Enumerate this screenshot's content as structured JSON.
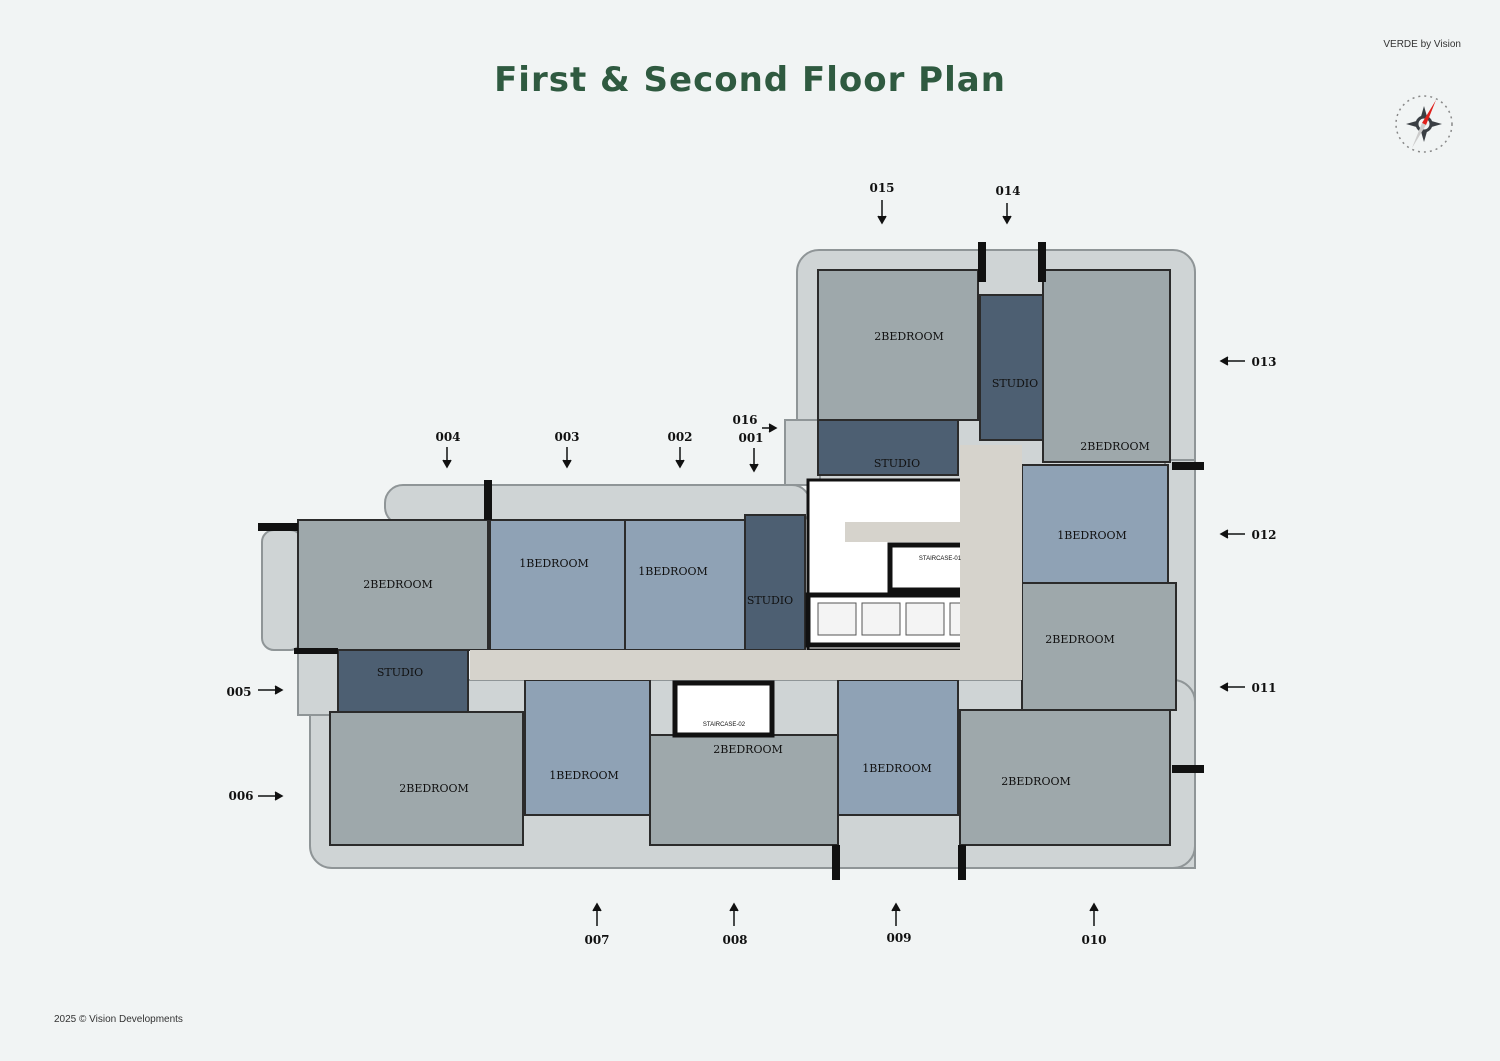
{
  "header": {
    "title": "First & Second Floor Plan",
    "brand": "VERDE by Vision"
  },
  "footer": {
    "copyright": "2025 © Vision Developments"
  },
  "compass": {
    "icon": "compass-icon",
    "needle_color": "#e0201b"
  },
  "colors": {
    "title": "#2f5a40",
    "two_bedroom": "#9ea8ab",
    "one_bedroom": "#8fa2b5",
    "studio": "#4d5f72",
    "corridor": "#d6d3cc",
    "balcony": "#cfd4d5"
  },
  "units": [
    {
      "number": "015",
      "type": "2BEDROOM"
    },
    {
      "number": "014",
      "type": "STUDIO"
    },
    {
      "number": "013",
      "type": "2BEDROOM"
    },
    {
      "number": "016",
      "type": "STUDIO"
    },
    {
      "number": "012",
      "type": "1BEDROOM"
    },
    {
      "number": "011",
      "type": "2BEDROOM"
    },
    {
      "number": "010",
      "type": "2BEDROOM"
    },
    {
      "number": "001",
      "type": "STUDIO"
    },
    {
      "number": "002",
      "type": "1BEDROOM"
    },
    {
      "number": "003",
      "type": "1BEDROOM"
    },
    {
      "number": "004",
      "type": "2BEDROOM"
    },
    {
      "number": "005",
      "type": "STUDIO"
    },
    {
      "number": "006",
      "type": "2BEDROOM"
    },
    {
      "number": "007",
      "type": "1BEDROOM"
    },
    {
      "number": "008",
      "type": "2BEDROOM"
    },
    {
      "number": "009",
      "type": "1BEDROOM"
    }
  ],
  "staircases": [
    "STAIRCASE-01",
    "STAIRCASE-02"
  ]
}
